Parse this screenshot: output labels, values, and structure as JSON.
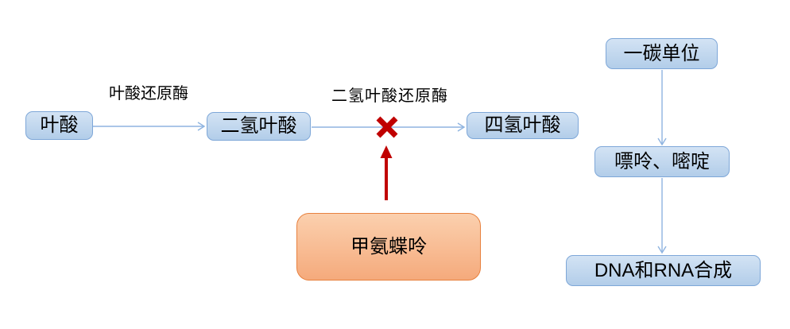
{
  "diagram": {
    "title_implied": "",
    "nodes": {
      "folic_acid": {
        "label": "叶酸"
      },
      "dihydrofolate": {
        "label": "二氢叶酸"
      },
      "tetrahydrofolate": {
        "label": "四氢叶酸"
      },
      "one_carbon_unit": {
        "label": "一碳单位"
      },
      "purine_pyrimidine": {
        "label": "嘌呤、嘧啶"
      },
      "dna_rna_synthesis": {
        "label": "DNA和RNA合成"
      },
      "methotrexate": {
        "label": "甲氨蝶呤"
      }
    },
    "edge_labels": {
      "folate_reductase": "叶酸还原酶",
      "dihydrofolate_reductase": "二氢叶酸还原酶"
    },
    "edges": [
      {
        "from": "folic_acid",
        "to": "dihydrofolate",
        "label": "叶酸还原酶",
        "style": "blue-arrow"
      },
      {
        "from": "dihydrofolate",
        "to": "tetrahydrofolate",
        "label": "二氢叶酸还原酶",
        "style": "blue-arrow",
        "blocked": true
      },
      {
        "from": "one_carbon_unit",
        "to": "purine_pyrimidine",
        "style": "blue-arrow"
      },
      {
        "from": "purine_pyrimidine",
        "to": "dna_rna_synthesis",
        "style": "blue-arrow"
      },
      {
        "from": "methotrexate",
        "to": "block-x",
        "style": "red-arrow"
      }
    ]
  },
  "colors": {
    "node_fill_top": "#d3e3f4",
    "node_fill_bottom": "#b2cde9",
    "node_border": "#7ea7d8",
    "arrow_blue": "#8fb4e0",
    "inhibitor_fill_top": "#fbd0ae",
    "inhibitor_fill_bottom": "#f5aa7c",
    "inhibitor_border": "#e8813f",
    "inhibition_red": "#c00000",
    "text_color": "#000000",
    "bg": "#ffffff"
  }
}
